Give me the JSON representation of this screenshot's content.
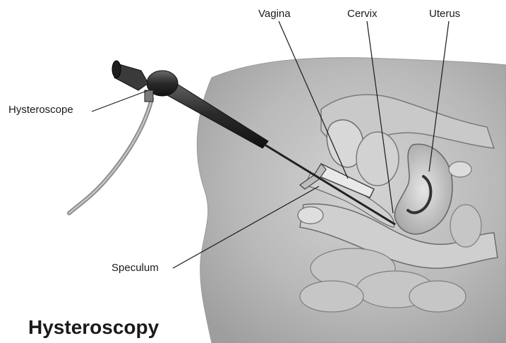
{
  "title": "Hysteroscopy",
  "labels": {
    "vagina": "Vagina",
    "cervix": "Cervix",
    "uterus": "Uterus",
    "hysteroscope": "Hysteroscope",
    "speculum": "Speculum"
  },
  "colors": {
    "background": "#ffffff",
    "body_shading": "#b8b8b8",
    "text": "#1a1a1a",
    "instrument": "#2b2b2b"
  }
}
